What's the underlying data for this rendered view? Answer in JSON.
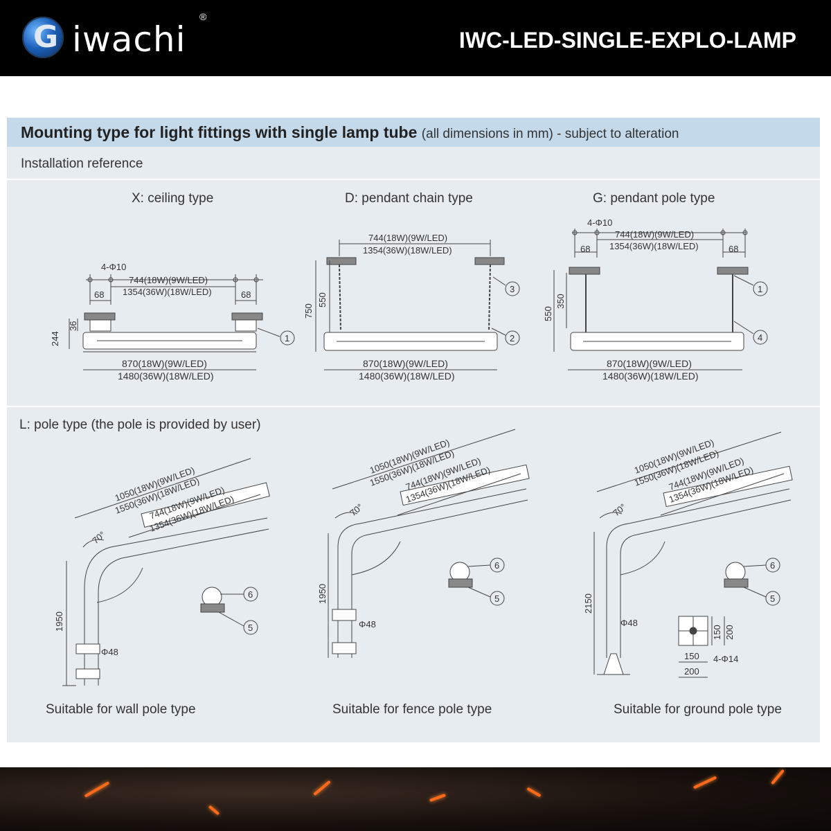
{
  "header": {
    "brand": "iwachi",
    "brand_a": "a",
    "registered": "®",
    "model": "IWC-LED-SINGLE-EXPLO-LAMP"
  },
  "panel": {
    "title": "Mounting type for light fittings with single lamp tube",
    "title_note": "(all dimensions in mm) - subject to alteration",
    "installation": "Installation reference"
  },
  "types": {
    "ceiling": "X: ceiling type",
    "chain": "D: pendant chain type",
    "pole": "G: pendant pole type",
    "l_pole": "L: pole type (the pole is provided by user)"
  },
  "dims": {
    "hole": "4-Φ10",
    "len1": "744(18W)(9W/LED)",
    "len2": "1354(36W)(18W/LED)",
    "d68": "68",
    "body1": "870(18W)(9W/LED)",
    "body2": "1480(36W)(18W/LED)",
    "h244": "244",
    "h36": "36",
    "h750": "750",
    "h550": "550",
    "h350": "350",
    "pole1": "1050(18W)(9W/LED)",
    "pole2": "1550(36W)(18W/LED)",
    "angle": "70°",
    "h1950": "1950",
    "h2150": "2150",
    "dia48": "Φ48",
    "b150": "150",
    "b200": "200",
    "bhole": "4-Φ14"
  },
  "callouts": [
    "1",
    "2",
    "3",
    "4",
    "5",
    "6"
  ],
  "captions": {
    "wall": "Suitable for wall pole type",
    "fence": "Suitable for fence pole type",
    "ground": "Suitable for ground pole type"
  }
}
